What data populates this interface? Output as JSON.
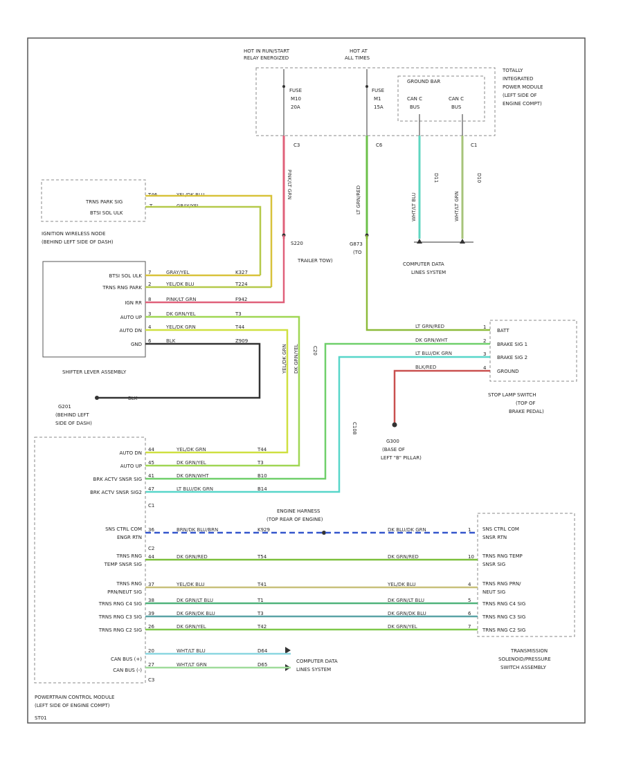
{
  "tfip": {
    "hot1": "HOT IN RUN/START",
    "hot1b": "RELAY ENERGIZED",
    "hot2": "HOT AT",
    "hot2b": "ALL TIMES",
    "fuse1": [
      "FUSE",
      "M10",
      "20A"
    ],
    "fuse2": [
      "FUSE",
      "M1",
      "15A"
    ],
    "ground_bar": "GROUND BAR",
    "can_c": [
      "CAN C",
      "BUS"
    ],
    "title": [
      "TOTALLY",
      "INTEGRATED",
      "POWER MODULE",
      "(LEFT SIDE OF",
      "ENGINE COMPT)"
    ],
    "conn": [
      "C3",
      "C6",
      "C1"
    ],
    "wire1": "PINK/LT GRN",
    "wire2": "LT GRN/RED",
    "wire3": "WHT/LT BLU",
    "wire4": "WHT/LT GRN",
    "pin_a": "D11",
    "pin_b": "D10",
    "dl": [
      "COMPUTER DATA",
      "LINES SYSTEM"
    ]
  },
  "ign_node": {
    "pinA": "S220",
    "pinB": [
      "G873",
      "(TO",
      "TRAILER TOW)"
    ]
  },
  "wireless": {
    "rows": [
      "TRNS PARK SIG",
      "BTSI SOL ULK"
    ],
    "pins": [
      "T46",
      "T"
    ],
    "wires": [
      "YEL/DK BLU",
      "GRAY/YEL"
    ],
    "title": [
      "IGNITION WIRELESS NODE",
      "(BEHIND LEFT SIDE OF DASH)"
    ]
  },
  "shifter": {
    "rows": [
      "BTSI SOL ULK",
      "TRNS RNG PARK",
      "IGN RR",
      "AUTO UP",
      "AUTO DN",
      "GND"
    ],
    "pins": [
      "7",
      "2",
      "8",
      "3",
      "4",
      "6"
    ],
    "wires": [
      "GRAY/YEL",
      "YEL/DK BLU",
      "PINK/LT GRN",
      "DK GRN/YEL",
      "YEL/DK GRN",
      "BLK"
    ],
    "circuits": [
      "K327",
      "T224",
      "F942",
      "T3",
      "T44",
      "Z909"
    ],
    "title": "SHIFTER LEVER ASSEMBLY",
    "ground_id": "G201",
    "ground_wire": "BLK",
    "ground_desc": [
      "(BEHIND LEFT",
      "SIDE OF DASH)"
    ],
    "v_wires": [
      "YEL/DK GRN",
      "DK GRN/YEL",
      "C20"
    ]
  },
  "stop_lamp": {
    "rows": [
      "BATT",
      "BRAKE SIG 1",
      "BRAKE SIG 2",
      "GROUND"
    ],
    "pins": [
      "1",
      "2",
      "3",
      "4"
    ],
    "wires": [
      "LT GRN/RED",
      "DK GRN/WHT",
      "LT BLU/DK GRN",
      "BLK/RED"
    ],
    "title": [
      "STOP LAMP SWITCH",
      "(TOP OF",
      "BRAKE PEDAL)"
    ],
    "ground_id": "G300",
    "ground_desc": [
      "(BASE OF",
      "LEFT \"B\" PILLAR)"
    ],
    "conn": "C108"
  },
  "pcm": {
    "rows": [
      "AUTO DN",
      "AUTO UP",
      "BRK ACTV SNSR SIG",
      "BRK ACTV SNSR SIG2",
      "SNS CTRL COM",
      "ENGR RTN",
      "TRNS RNG",
      "TEMP SNSR SIG",
      "TRNS RNG",
      "PRN/NEUT SIG",
      "TRNS RNG C4 SIG",
      "TRNS RNG C3 SIG",
      "TRNS RNG C2 SIG",
      "CAN BUS (+)",
      "CAN BUS (-)"
    ],
    "pins": [
      "44",
      "45",
      "41",
      "47",
      "36",
      "44",
      "37",
      "38",
      "39",
      "26",
      "20",
      "27"
    ],
    "wires": [
      "YEL/DK GRN",
      "DK GRN/YEL",
      "DK GRN/WHT",
      "LT BLU/DK GRN",
      "BRN/DK BLU/BRN",
      "DK GRN/RED",
      "YEL/DK BLU",
      "DK GRN/LT BLU",
      "DK GRN/DK BLU",
      "DK GRN/YEL",
      "WHT/LT BLU",
      "WHT/LT GRN"
    ],
    "circuits": [
      "T44",
      "T3",
      "B10",
      "B14",
      "K929",
      "T54",
      "T41",
      "T1",
      "T3",
      "T42",
      "D64",
      "D65"
    ],
    "conn": [
      "C1",
      "C2",
      "C3"
    ],
    "title": [
      "POWERTRAIN CONTROL MODULE",
      "(LEFT SIDE OF ENGINE COMPT)"
    ],
    "footer": "ST01"
  },
  "engine_harness": [
    "ENGINE HARNESS",
    "(TOP REAR OF ENGINE)"
  ],
  "tsps": {
    "rows": [
      "SNS CTRL COM",
      "SNSR RTN",
      "TRNS RNG TEMP",
      "SNSR SIG",
      "TRNS RNG PRN/",
      "NEUT SIG",
      "TRNS RNG C4 SIG",
      "TRNS RNG C3 SIG",
      "TRNS RNG C2 SIG"
    ],
    "wires": [
      "DK BLU/DK GRN",
      "DK GRN/RED",
      "YEL/DK BLU",
      "DK GRN/LT BLU",
      "DK GRN/DK BLU",
      "DK GRN/YEL"
    ],
    "pins": [
      "1",
      "10",
      "4",
      "5",
      "6",
      "7"
    ],
    "title": [
      "TRANSMISSION",
      "SOLENOID/PRESSURE",
      "SWITCH ASSEMBLY"
    ]
  },
  "pcm_dl": [
    "COMPUTER DATA",
    "LINES SYSTEM"
  ]
}
